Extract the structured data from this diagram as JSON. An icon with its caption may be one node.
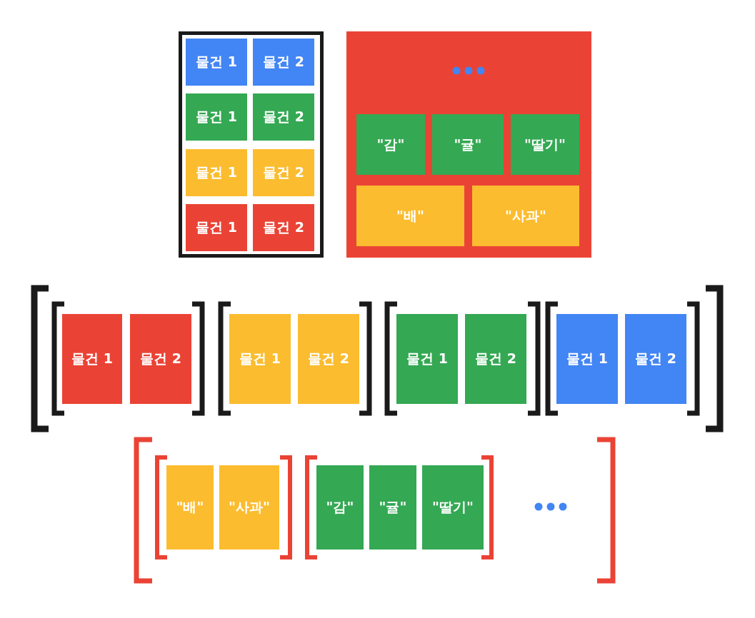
{
  "diagram": {
    "nodes": [
      {
        "text": [],
        "shape": "box"
      },
      {
        "text": [
          "물건 1"
        ],
        "in": 0
      },
      {
        "text": [
          "물건 2"
        ],
        "in": 0
      },
      {
        "text": [
          "물건 1"
        ],
        "in": 0
      },
      {
        "text": [
          "물건 2"
        ],
        "in": 0
      },
      {
        "text": [
          "물건 1"
        ],
        "in": 0
      },
      {
        "text": [
          "물건 2"
        ],
        "in": 0
      },
      {
        "text": [
          "물건 1"
        ],
        "in": 0
      },
      {
        "text": [
          "물건 2"
        ],
        "in": 0
      },
      {
        "text": [],
        "shape": "box"
      },
      {
        "text": [
          "\"감\""
        ],
        "in": 9
      },
      {
        "text": [
          "\"귤\""
        ],
        "in": 9
      },
      {
        "text": [
          "\"딸기\""
        ],
        "in": 9
      },
      {
        "text": [
          "\"배\""
        ],
        "in": 9
      },
      {
        "text": [
          "\"사과\""
        ],
        "in": 9
      },
      {
        "text": [
          "물건 1"
        ]
      },
      {
        "text": [
          "물건 2"
        ]
      },
      {
        "text": [
          "물건 1"
        ]
      },
      {
        "text": [
          "물건 2"
        ]
      },
      {
        "text": [
          "물건 1"
        ]
      },
      {
        "text": [
          "물건 2"
        ]
      },
      {
        "text": [
          "물건 1"
        ]
      },
      {
        "text": [
          "물건 2"
        ]
      },
      {
        "text": [
          "\"배\""
        ]
      },
      {
        "text": [
          "\"사과\""
        ]
      },
      {
        "text": [
          "\"감\""
        ]
      },
      {
        "text": [
          "\"귤\""
        ]
      },
      {
        "text": [
          "\"딸기\""
        ]
      }
    ]
  }
}
